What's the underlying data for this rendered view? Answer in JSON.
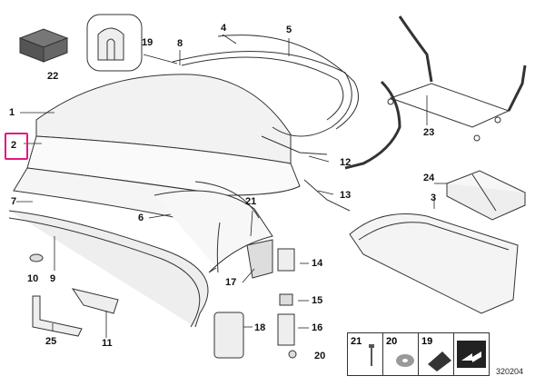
{
  "diagram": {
    "figure_number": "320204",
    "highlighted_callout": "2",
    "callouts": [
      "1",
      "2",
      "3",
      "4",
      "5",
      "6",
      "7",
      "8",
      "9",
      "10",
      "11",
      "12",
      "13",
      "14",
      "15",
      "16",
      "17",
      "18",
      "19",
      "20",
      "21",
      "22",
      "23",
      "24",
      "25"
    ],
    "legend": [
      "21",
      "20",
      "19"
    ],
    "colors": {
      "highlight": "#e0197d",
      "line": "#333333",
      "part_fill": "#f2f2f2",
      "dark_fill": "#555555"
    }
  }
}
